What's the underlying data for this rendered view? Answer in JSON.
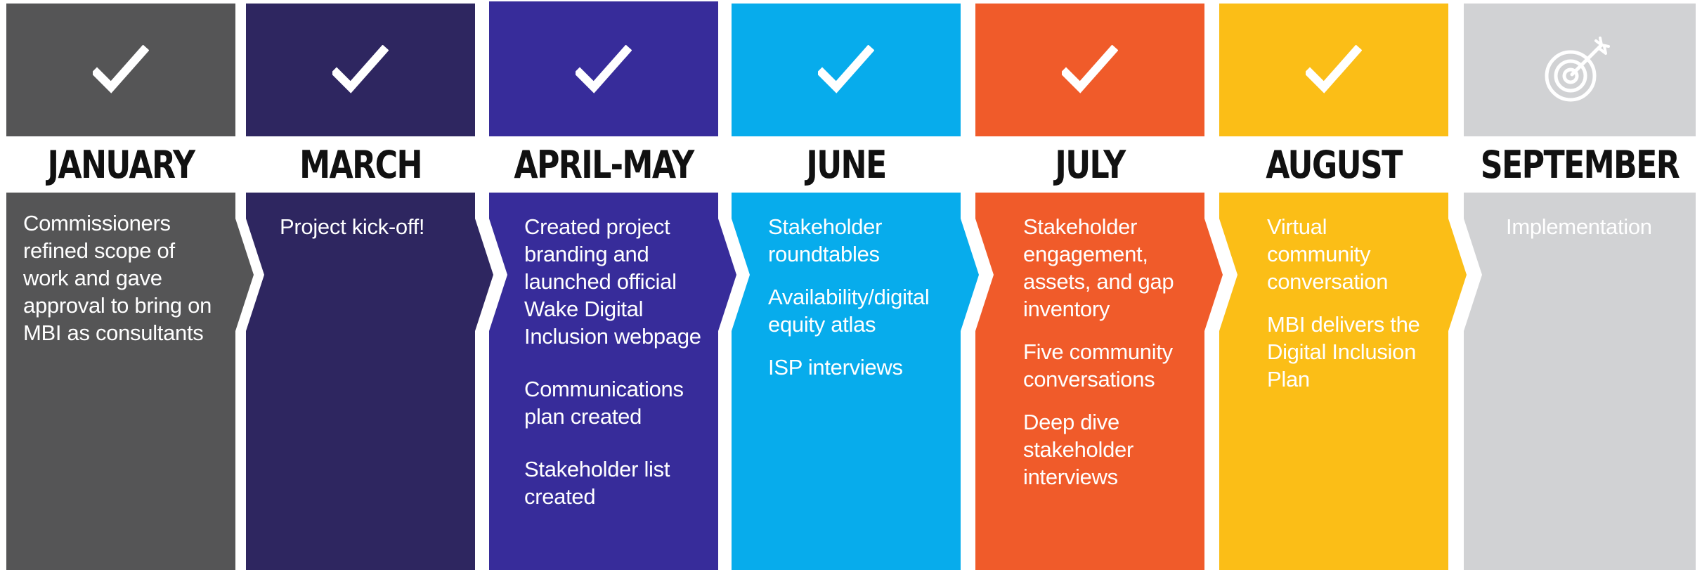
{
  "columns": [
    {
      "month": "JANUARY",
      "status_icon": "check-icon",
      "color": "#555556",
      "items": [
        "Commissioners refined scope of work and gave approval to bring on MBI as consultants"
      ]
    },
    {
      "month": "MARCH",
      "status_icon": "check-icon",
      "color": "#2e2660",
      "items": [
        "Project kick-off!"
      ]
    },
    {
      "month": "APRIL-MAY",
      "status_icon": "check-icon",
      "color": "#372c9a",
      "items": [
        "Created project branding and launched official Wake Digital Inclusion webpage",
        "Communications plan created",
        "Stakeholder list created"
      ]
    },
    {
      "month": "JUNE",
      "status_icon": "check-icon",
      "color": "#07acec",
      "items": [
        "Stakeholder roundtables",
        "Availability/digital equity atlas",
        "ISP interviews"
      ]
    },
    {
      "month": "JULY",
      "status_icon": "check-icon",
      "color": "#f05b2a",
      "items": [
        "Stakeholder engagement, assets, and gap inventory",
        "Five community conversations",
        "Deep dive stakeholder interviews"
      ]
    },
    {
      "month": "AUGUST",
      "status_icon": "check-icon",
      "color": "#fbbe17",
      "items": [
        "Virtual community conversation",
        "MBI delivers the Digital Inclusion Plan"
      ]
    },
    {
      "month": "SEPTEMBER",
      "status_icon": "target-icon",
      "color": "#d1d2d4",
      "items": [
        "Implementation"
      ]
    }
  ]
}
